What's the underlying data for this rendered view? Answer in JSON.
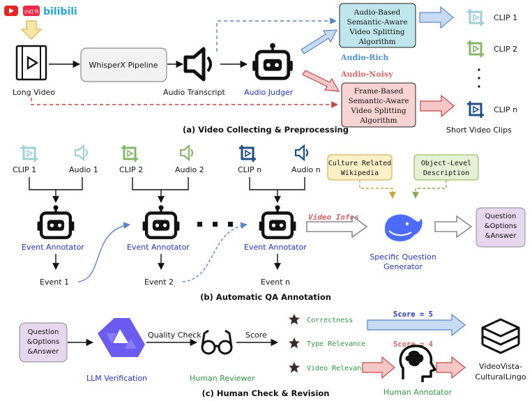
{
  "section_a": {
    "caption": "(a) Video Collecting & Preprocessing",
    "platforms": {
      "youtube": "youtube-logo",
      "xiaohongshu": "小红书",
      "bilibili": "bilibili"
    },
    "long_video": "Long Video",
    "whisperx": "WhisperX Pipeline",
    "audio_transcript": "Audio Transcript",
    "audio_judger": "Audio Judger",
    "audio_rich": "Audio-Rich",
    "audio_noisy": "Audio-Noisy",
    "audio_split": [
      "Audio-Based",
      "Semantic-Aware",
      "Video Splitting",
      "Algorithm"
    ],
    "frame_split": [
      "Frame-Based",
      "Semantic-Aware",
      "Video Splitting",
      "Algorithm"
    ],
    "clip1": "CLIP 1",
    "clip2": "CLIP 2",
    "clipn": "CLIP n",
    "short_clips": "Short Video Clips"
  },
  "section_b": {
    "caption": "(b) Automatic QA Annotation",
    "groups": [
      {
        "clip": "CLIP 1",
        "audio": "Audio 1",
        "annotator": "Event Annotator",
        "event": "Event 1"
      },
      {
        "clip": "CLIP 2",
        "audio": "Audio 2",
        "annotator": "Event Annotator",
        "event": "Event 2"
      },
      {
        "clip": "CLIP n",
        "audio": "Audio n",
        "annotator": "Event Annotator",
        "event": "Event n"
      }
    ],
    "culture": [
      "Culture Related",
      "Wikipedia"
    ],
    "object_level": [
      "Object-Level",
      "Description"
    ],
    "video_infos": "Video Infos",
    "generator": [
      "Specific Question",
      "Generator"
    ],
    "qa_box": [
      "Question",
      "&Options",
      "&Answer"
    ]
  },
  "section_c": {
    "caption": "(c) Human Check & Revision",
    "qa_box": [
      "Question",
      "&Options",
      "&Answer"
    ],
    "llm_verification": "LLM Verification",
    "quality_check": "Quality Check",
    "human_reviewer": "Human Reviewer",
    "score_label": "Score",
    "criteria": [
      "Correctness",
      "Type Relevance",
      "Video Relevance"
    ],
    "score5": "Score = 5",
    "score4": "Score = 4",
    "human_annotator": "Human Annotator",
    "output": [
      "VideoVista-",
      "CulturalLingo"
    ]
  },
  "colors": {
    "blue_text": "#2233cc",
    "green_text": "#2e9a3e",
    "red_text": "#e06060",
    "audio_box": "#bfe6ec",
    "frame_box": "#f8d3d3",
    "qa_box": "#e6d6ee",
    "culture_box": "#fbefc8",
    "object_box": "#e6f0d4"
  }
}
